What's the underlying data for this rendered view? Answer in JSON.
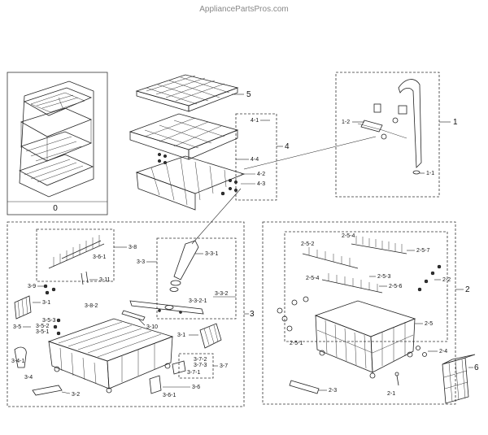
{
  "watermark": "AppliancePartsPros.com",
  "labels": {
    "l0": "0",
    "l1": "1",
    "l1_1": "1-1",
    "l1_2": "1-2",
    "l2": "2",
    "l2_1": "2-1",
    "l2_2": "2-2",
    "l2_3": "2-3",
    "l2_4": "2-4",
    "l2_5": "2-5",
    "l2_5_1": "2-5-1",
    "l2_5_2": "2-5-2",
    "l2_5_3": "2-5-3",
    "l2_5_4": "2-5-4",
    "l2_5_4b": "2-5-4",
    "l2_5_6": "2-5-6",
    "l2_5_7": "2-5-7",
    "l3": "3",
    "l3_1": "3-1",
    "l3_1b": "3-1",
    "l3_2": "3-2",
    "l3_3": "3-3",
    "l3_3_1": "3-3-1",
    "l3_3_2": "3-3-2",
    "l3_3_2_1": "3-3-2-1",
    "l3_4": "3-4",
    "l3_4_1": "3-4-1",
    "l3_5": "3-5",
    "l3_5_1": "3-5-1",
    "l3_5_2": "3-5-2",
    "l3_5_3": "3-5-3",
    "l3_6": "3-6",
    "l3_6_1": "3-6-1",
    "l3_6_1b": "3-6-1",
    "l3_7": "3-7",
    "l3_7_1": "3-7-1",
    "l3_7_2": "3-7-2",
    "l3_7_3": "3-7-3",
    "l3_8": "3-8",
    "l3_8_2": "3-8-2",
    "l3_9": "3-9",
    "l3_10": "3-10",
    "l3_11": "3-11",
    "l4": "4",
    "l4_1": "4-1",
    "l4_2": "4-2",
    "l4_3": "4-3",
    "l4_4": "4-4",
    "l5": "5",
    "l6": "6"
  }
}
